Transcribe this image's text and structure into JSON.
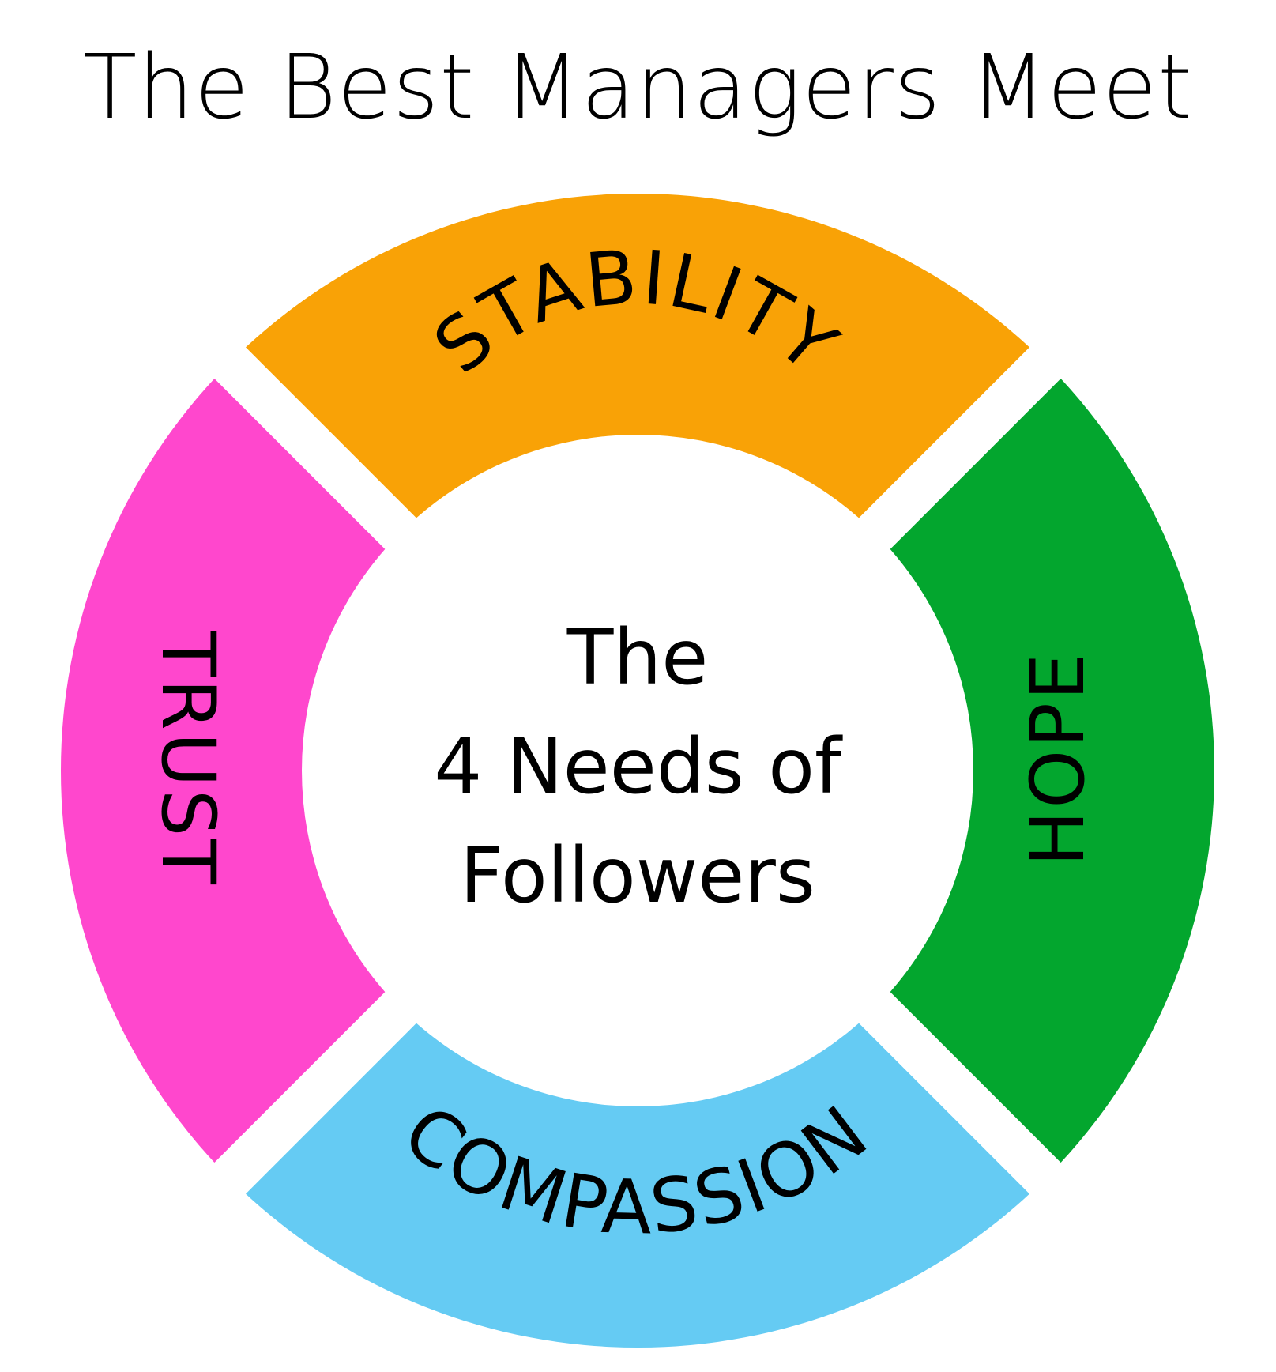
{
  "title": "The Best Managers Meet",
  "center": {
    "line1": "The",
    "line2": "4 Needs of",
    "line3": "Followers"
  },
  "segments": [
    {
      "label": "STABILITY",
      "color": "#F9A206"
    },
    {
      "label": "HOPE",
      "color": "#03A62E"
    },
    {
      "label": "COMPASSION",
      "color": "#65CBF3"
    },
    {
      "label": "TRUST",
      "color": "#FF47CD"
    }
  ]
}
